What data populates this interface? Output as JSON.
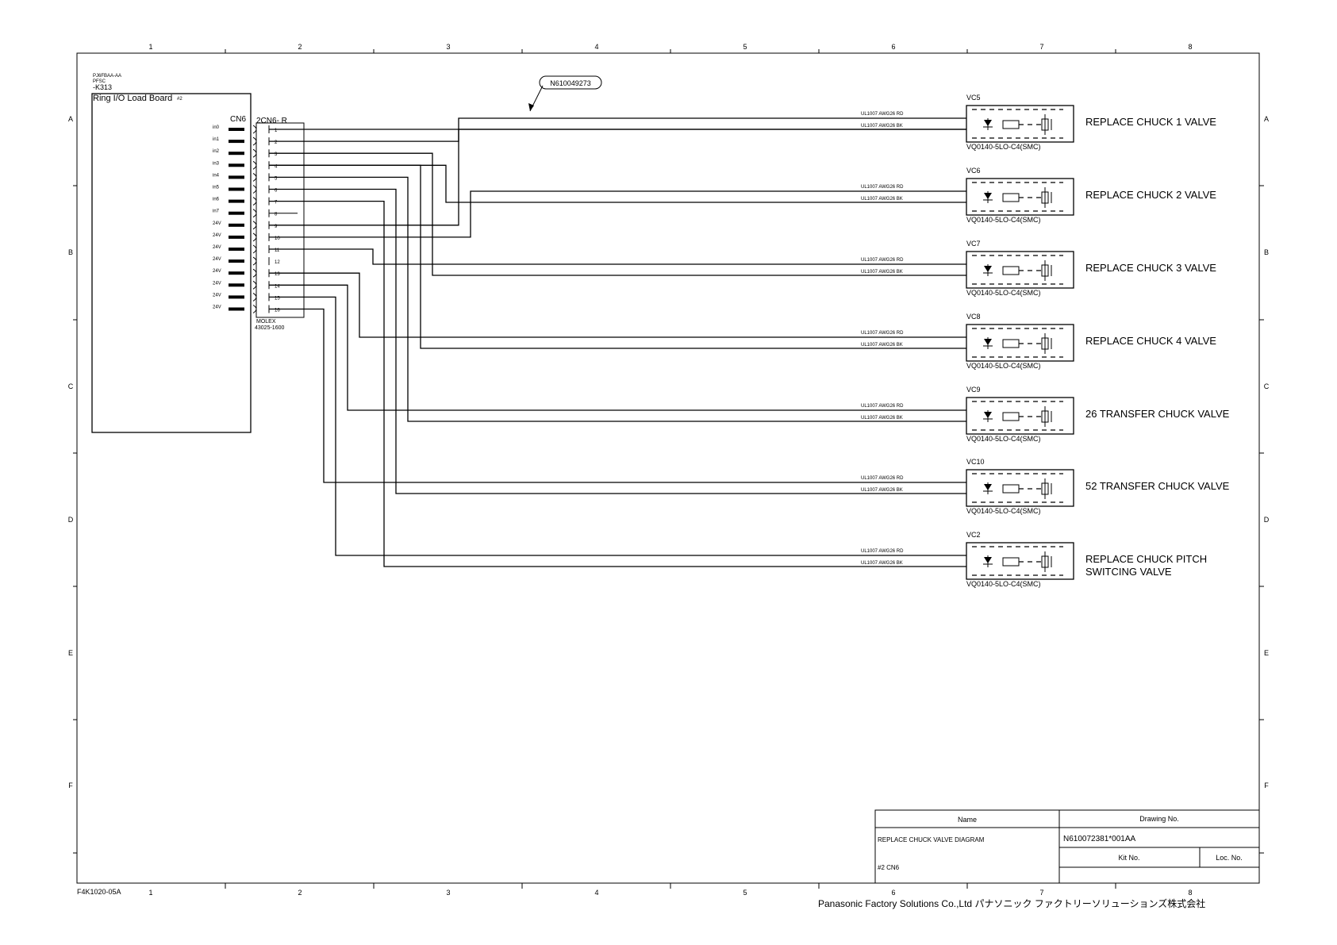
{
  "frame": {
    "col_labels": [
      "1",
      "2",
      "3",
      "4",
      "5",
      "6",
      "7",
      "8"
    ],
    "row_labels": [
      "A",
      "B",
      "C",
      "D",
      "E",
      "F"
    ],
    "form_code": "F4K1020-05A",
    "company": "Panasonic Factory Solutions Co.,Ltd パナソニック ファクトリーソリューションズ株式会社"
  },
  "board": {
    "part_lines": [
      "PJ6FBAA-AA",
      "PFSC",
      "-K313"
    ],
    "title": "Ring I/O Load Board",
    "suffix": "#2",
    "connector_label": "CN6",
    "signals": [
      "in0",
      "in1",
      "in2",
      "in3",
      "in4",
      "in5",
      "in6",
      "in7",
      "24V",
      "24V",
      "24V",
      "24V",
      "24V",
      "24V",
      "24V",
      "24V"
    ]
  },
  "harness": {
    "label": "2CN6- R",
    "pins": [
      "1",
      "2",
      "3",
      "4",
      "5",
      "6",
      "7",
      "8",
      "9",
      "10",
      "11",
      "12",
      "13",
      "14",
      "15",
      "16"
    ],
    "maker": "MOLEX",
    "part": "43025-1600"
  },
  "note_tag": "N610049273",
  "wire_spec": {
    "rd": "UL1007 AWG26 RD",
    "bk": "UL1007 AWG26 BK"
  },
  "valves": [
    {
      "id": "VC5",
      "model": "VQ0140-5LO-C4(SMC)",
      "desc": [
        "REPLACE CHUCK 1 VALVE"
      ]
    },
    {
      "id": "VC6",
      "model": "VQ0140-5LO-C4(SMC)",
      "desc": [
        "REPLACE CHUCK 2 VALVE"
      ]
    },
    {
      "id": "VC7",
      "model": "VQ0140-5LO-C4(SMC)",
      "desc": [
        "REPLACE CHUCK 3 VALVE"
      ]
    },
    {
      "id": "VC8",
      "model": "VQ0140-5LO-C4(SMC)",
      "desc": [
        "REPLACE CHUCK 4 VALVE"
      ]
    },
    {
      "id": "VC9",
      "model": "VQ0140-5LO-C4(SMC)",
      "desc": [
        "26 TRANSFER CHUCK VALVE"
      ]
    },
    {
      "id": "VC10",
      "model": "VQ0140-5LO-C4(SMC)",
      "desc": [
        "52 TRANSFER CHUCK VALVE"
      ]
    },
    {
      "id": "VC2",
      "model": "VQ0140-5LO-C4(SMC)",
      "desc": [
        "REPLACE CHUCK PITCH",
        "SWITCING VALVE"
      ]
    }
  ],
  "title_block": {
    "name_header": "Name",
    "name": "REPLACE CHUCK VALVE DIAGRAM",
    "sub": "#2 CN6",
    "drawing_no_header": "Drawing No.",
    "drawing_no": "N610072381*001AA",
    "kit_no_header": "Kit No.",
    "loc_no_header": "Loc. No."
  }
}
